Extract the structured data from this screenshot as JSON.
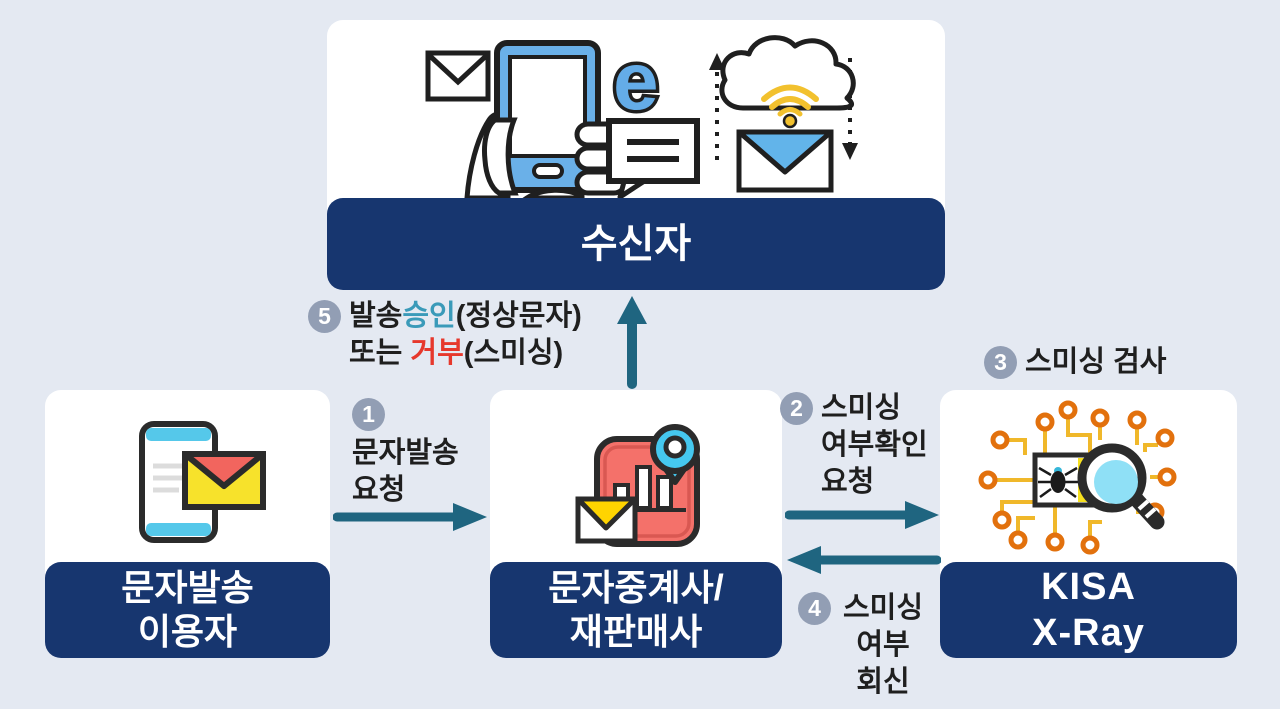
{
  "colors": {
    "background": "#e4e9f2",
    "card": "#ffffff",
    "banner_navy": "#17366f",
    "arrow_teal": "#1f6580",
    "step_circle_gray": "#929eb4",
    "approve_teal": "#3a9ab9",
    "reject_red": "#e6382c",
    "text": "#1f1f1f",
    "icon_blue": "#6ab0e8",
    "icon_cyan": "#4cc8ee",
    "icon_yellow": "#f7e22b",
    "icon_gold": "#f2c12e",
    "icon_red": "#f4716a",
    "icon_orange": "#e2710d"
  },
  "nodes": {
    "receiver": {
      "label": "수신자"
    },
    "sender": {
      "line1": "문자발송",
      "line2": "이용자"
    },
    "relay": {
      "line1": "문자중계사/",
      "line2": "재판매사"
    },
    "kisa": {
      "line1": "KISA",
      "line2": "X-Ray"
    }
  },
  "steps": {
    "s1": {
      "num": "1",
      "line1": "문자발송",
      "line2": "요청"
    },
    "s2": {
      "num": "2",
      "line1": "스미싱",
      "line2": "여부확인",
      "line3": "요청"
    },
    "s3": {
      "num": "3",
      "label": "스미싱 검사"
    },
    "s4": {
      "num": "4",
      "line1": "스미싱",
      "line2": "여부",
      "line3": "회신"
    },
    "s5": {
      "num": "5",
      "seg_pre": "발송",
      "seg_approve": "승인",
      "seg_paren1": "(정상문자)",
      "seg_or": "또는 ",
      "seg_reject": "거부",
      "seg_paren2": "(스미싱)"
    }
  },
  "icons": {
    "receiver_cluster": [
      "mail-icon",
      "hand-phone-icon",
      "e-browser-icon",
      "chat-bubble-icon",
      "cloud-wifi-mail-icon",
      "dashed-up-arrow-icon",
      "dashed-down-arrow-icon"
    ],
    "sender": "phone-message-icon",
    "relay": "message-relay-app-icon",
    "kisa": "malware-scan-icon"
  }
}
